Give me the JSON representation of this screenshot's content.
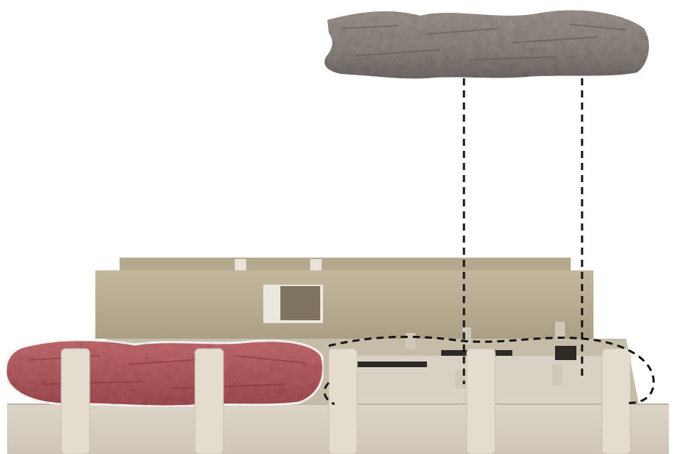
{
  "scene": {
    "objects": [
      {
        "name": "bark-fragment-elevated",
        "color": "#8f8782"
      },
      {
        "name": "bark-fragment-highlighted",
        "color": "#b45a5e"
      },
      {
        "name": "cardboard-rig",
        "color": "#b9ad94"
      }
    ],
    "colors": {
      "background": "#ffffff",
      "cardboard": "#b9ad94",
      "cardboard_dark": "#a79a80",
      "base": "#d8d0c3",
      "posts": "#e2dbcf",
      "bark_grey": "#8f8782",
      "bark_red": "#b45a5e",
      "dashed_lines": "#111111"
    }
  }
}
